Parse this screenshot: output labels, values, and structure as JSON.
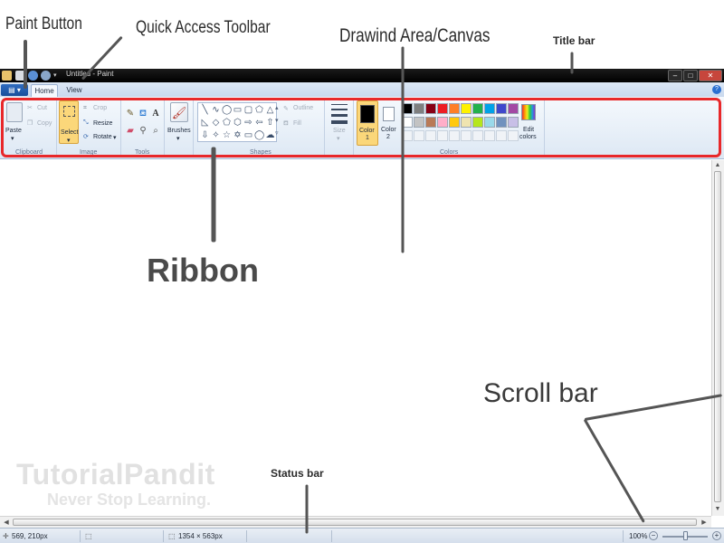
{
  "callouts": {
    "paint_button": "Paint Button",
    "quick_access_toolbar": "Quick Access Toolbar",
    "drawing_area": "Drawind Area/Canvas",
    "title_bar": "Title bar",
    "ribbon": "Ribbon",
    "scroll_bar": "Scroll bar",
    "status_bar": "Status bar"
  },
  "watermark": {
    "brand": "TutorialPandit",
    "tagline": "Never Stop Learning."
  },
  "titlebar": {
    "title": "Untitled - Paint",
    "minimize": "–",
    "maximize": "□",
    "close": "✕"
  },
  "tabs": {
    "paint_button": "▤ ▾",
    "home": "Home",
    "view": "View",
    "help": "?"
  },
  "ribbon": {
    "clipboard": {
      "paste": "Paste",
      "cut": "Cut",
      "copy": "Copy",
      "label": "Clipboard"
    },
    "image": {
      "select": "Select",
      "crop": "Crop",
      "resize": "Resize",
      "rotate": "Rotate",
      "label": "Image"
    },
    "tools": {
      "label": "Tools"
    },
    "brushes": "Brushes",
    "shapes": {
      "outline": "Outline",
      "fill": "Fill",
      "label": "Shapes"
    },
    "size": "Size",
    "color1": {
      "line1": "Color",
      "line2": "1"
    },
    "color2": {
      "line1": "Color",
      "line2": "2"
    },
    "colors": {
      "label": "Colors",
      "edit_line1": "Edit",
      "edit_line2": "colors",
      "row1": [
        "#000000",
        "#7f7f7f",
        "#880015",
        "#ed1c24",
        "#ff7f27",
        "#fff200",
        "#22b14c",
        "#00a2e8",
        "#3f48cc",
        "#a349a4"
      ],
      "row2": [
        "#ffffff",
        "#c3c3c3",
        "#b97a57",
        "#ffaec9",
        "#ffc90e",
        "#efe4b0",
        "#b5e61d",
        "#99d9ea",
        "#7092be",
        "#c8bfe7"
      ]
    }
  },
  "status": {
    "cursor": "569, 210px",
    "canvas_size": "1354 × 563px",
    "zoom": "100%"
  },
  "colors": {
    "ribbon_highlight": "#e8282a",
    "selected_tool": "#fbd77a"
  }
}
